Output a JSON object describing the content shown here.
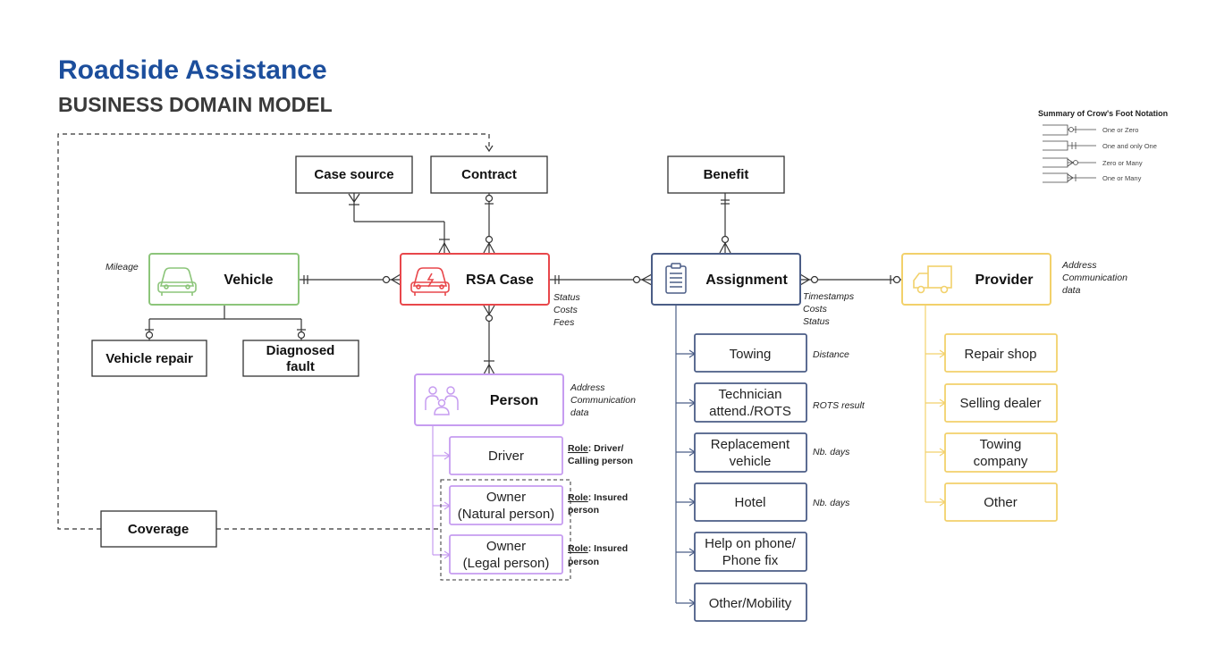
{
  "header": {
    "title": "Roadside Assistance",
    "subtitle": "BUSINESS DOMAIN MODEL"
  },
  "legend": {
    "title": "Summary of Crow's Foot Notation",
    "items": [
      "One or Zero",
      "One and only One",
      "Zero or Many",
      "One or Many"
    ]
  },
  "entities": {
    "case_source": "Case source",
    "contract": "Contract",
    "benefit": "Benefit",
    "vehicle": "Vehicle",
    "rsa_case": "RSA Case",
    "assignment": "Assignment",
    "provider": "Provider",
    "vehicle_repair": "Vehicle repair",
    "diagnosed_fault": [
      "Diagnosed",
      "fault"
    ],
    "person": "Person",
    "coverage": "Coverage"
  },
  "person_subtypes": {
    "driver": "Driver",
    "owner_natural": [
      "Owner",
      "(Natural person)"
    ],
    "owner_legal": [
      "Owner",
      "(Legal person)"
    ]
  },
  "assignment_subtypes": [
    [
      "Towing"
    ],
    [
      "Technician",
      "attend./ROTS"
    ],
    [
      "Replacement",
      "vehicle"
    ],
    [
      "Hotel"
    ],
    [
      "Help on phone/",
      "Phone fix"
    ],
    [
      "Other/Mobility"
    ]
  ],
  "provider_subtypes": [
    [
      "Repair shop"
    ],
    [
      "Selling dealer"
    ],
    [
      "Towing",
      "company"
    ],
    [
      "Other"
    ]
  ],
  "annotations": {
    "mileage": "Mileage",
    "rsa_case_attrs": [
      "Status",
      "Costs",
      "Fees"
    ],
    "assignment_attrs": [
      "Timestamps",
      "Costs",
      "Status"
    ],
    "provider_attrs": [
      "Address",
      "Communication",
      "data"
    ],
    "person_attrs": [
      "Address",
      "Communication",
      "data"
    ],
    "towing_attr": "Distance",
    "technician_attr": "ROTS result",
    "replacement_attr": "Nb. days",
    "hotel_attr": "Nb. days"
  },
  "roles": {
    "driver": {
      "label": "Role",
      "text": ": Driver/",
      "line2": "Calling person"
    },
    "owner_natural": {
      "label": "Role",
      "text": ": Insured",
      "line2": "person"
    },
    "owner_legal": {
      "label": "Role",
      "text": ": Insured",
      "line2": "person"
    }
  },
  "colors": {
    "title_blue": "#1c4e9c",
    "vehicle_green": "#8cc57a",
    "rsa_red": "#e8474b",
    "assignment_blue": "#4b5d86",
    "provider_yellow": "#f2d16b",
    "person_purple": "#c69cf0"
  }
}
